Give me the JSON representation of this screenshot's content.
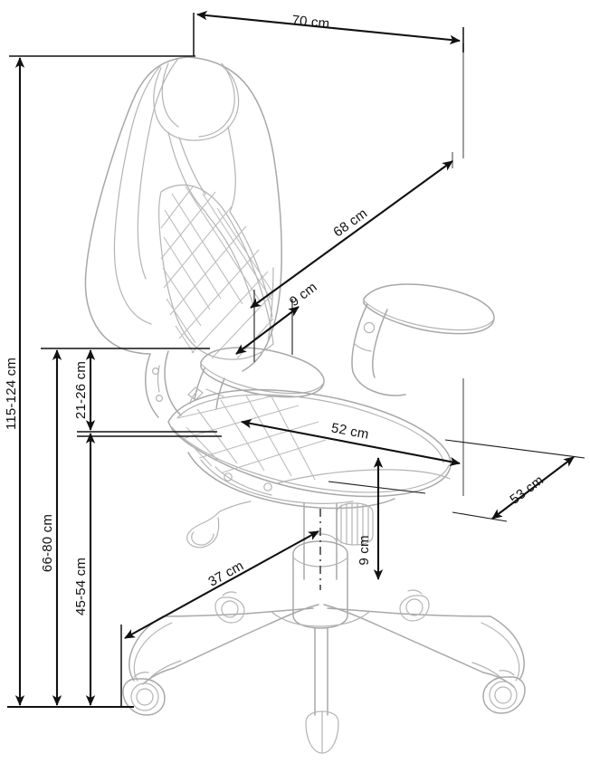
{
  "drawing": {
    "title": "Office chair technical dimension drawing",
    "unit": "cm",
    "line_color": "#111111",
    "chair_outline_color": "#a8a8a8",
    "reference_line_color": "#8e8e8e",
    "background": "#ffffff"
  },
  "dimensions": {
    "total_height": {
      "label": "115-124 cm",
      "orientation": "vertical",
      "value_min": 115,
      "value_max": 124
    },
    "overall_depth_top": {
      "label": "70 cm",
      "orientation": "diagonal",
      "value": 70
    },
    "backrest_height": {
      "label": "68 cm",
      "orientation": "diagonal",
      "value": 68
    },
    "armrest_offset": {
      "label": "9 cm",
      "orientation": "diagonal",
      "value": 9
    },
    "armrest_height": {
      "label": "21-26 cm",
      "orientation": "vertical",
      "value_min": 21,
      "value_max": 26
    },
    "armrest_top_height": {
      "label": "66-80 cm",
      "orientation": "vertical",
      "value_min": 66,
      "value_max": 80
    },
    "seat_height": {
      "label": "45-54 cm",
      "orientation": "vertical",
      "value_min": 45,
      "value_max": 54
    },
    "seat_depth": {
      "label": "52 cm",
      "orientation": "diagonal",
      "value": 52
    },
    "seat_width": {
      "label": "53 cm",
      "orientation": "diagonal",
      "value": 53
    },
    "base_radius": {
      "label": "37 cm",
      "orientation": "diagonal",
      "value": 37
    },
    "gas_lift_travel": {
      "label": "9 cm",
      "orientation": "vertical",
      "value": 9
    }
  }
}
